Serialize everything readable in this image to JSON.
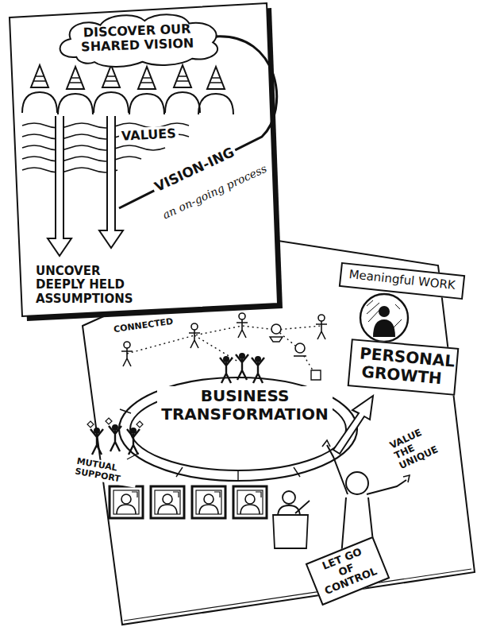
{
  "diagram": {
    "nodes": [
      {
        "text": [
          "DISCOVER OUR SHARED VISION"
        ]
      },
      {
        "text": [
          "Meaningful WORK"
        ]
      },
      {
        "text": [
          "PERSONAL GROWTH"
        ]
      },
      {
        "text": [
          "LET GO OF CONTROL"
        ]
      }
    ],
    "labels": [
      "VALUES",
      "VISION-ING",
      "an on-going process",
      "UNCOVER DEEPLY HELD ASSUMPTIONS",
      "CONNECTED",
      "BUSINESS TRANSFORMATION",
      "MUTUAL SUPPORT",
      "VALUE THE UNIQUE"
    ]
  }
}
